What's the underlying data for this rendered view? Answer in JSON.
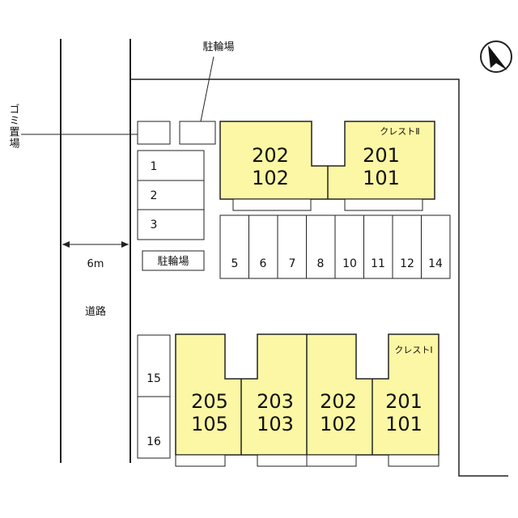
{
  "bicycle_parking_top": "駐輪場",
  "garbage_area": "ゴミ置場",
  "bicycle_parking_box": "駐輪場",
  "road_width": "6m",
  "road_label": "道路",
  "building_crest2": {
    "name": "クレストⅡ",
    "units": [
      {
        "upper": "202",
        "lower": "102"
      },
      {
        "upper": "201",
        "lower": "101"
      }
    ]
  },
  "building_crest1": {
    "name": "クレストⅠ",
    "units": [
      {
        "upper": "205",
        "lower": "105"
      },
      {
        "upper": "203",
        "lower": "103"
      },
      {
        "upper": "202",
        "lower": "102"
      },
      {
        "upper": "201",
        "lower": "101"
      }
    ]
  },
  "parking_left": [
    "1",
    "2",
    "3"
  ],
  "parking_row": [
    "5",
    "6",
    "7",
    "8",
    "10",
    "11",
    "12",
    "14"
  ],
  "parking_bottom_left": [
    "15",
    "16"
  ],
  "colors": {
    "building_fill": "#fbf7a4",
    "line": "#222222"
  },
  "north_arrow": "north-arrow-icon"
}
